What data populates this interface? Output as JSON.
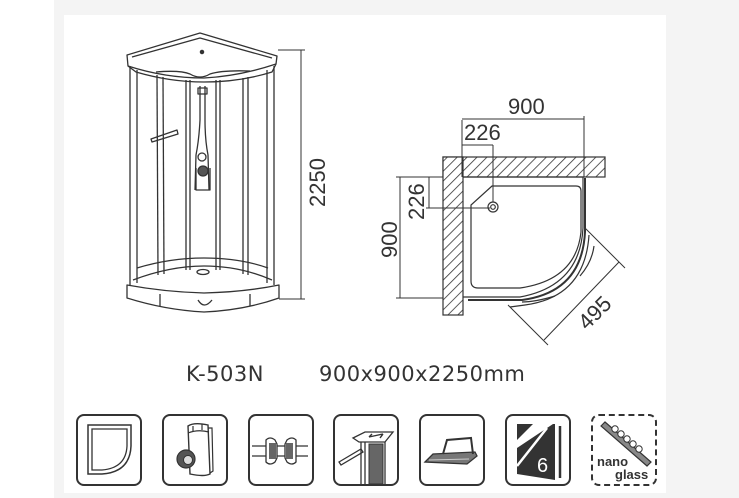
{
  "diagram": {
    "elevation": {
      "height_label": "2250"
    },
    "plan": {
      "width_label": "900",
      "depth_label": "900",
      "drain_offset_x_label": "226",
      "drain_offset_y_label": "226",
      "door_opening_label": "495"
    },
    "caption": {
      "model": "K-503N",
      "dimensions": "900x900x2250mm"
    },
    "feature_icons": [
      {
        "name": "quarter-round-tray-icon"
      },
      {
        "name": "glass-clamp-hinge-icon"
      },
      {
        "name": "magnetic-seal-icon"
      },
      {
        "name": "adjustable-profile-icon"
      },
      {
        "name": "towel-handle-icon"
      },
      {
        "name": "glass-6mm-icon",
        "label": "6"
      },
      {
        "name": "nano-glass-icon",
        "label_line1": "nano",
        "label_line2": "glass"
      }
    ],
    "colors": {
      "line": "#333333",
      "page_bg": "#ffffff",
      "panel_bg": "#f4f4f4"
    }
  }
}
